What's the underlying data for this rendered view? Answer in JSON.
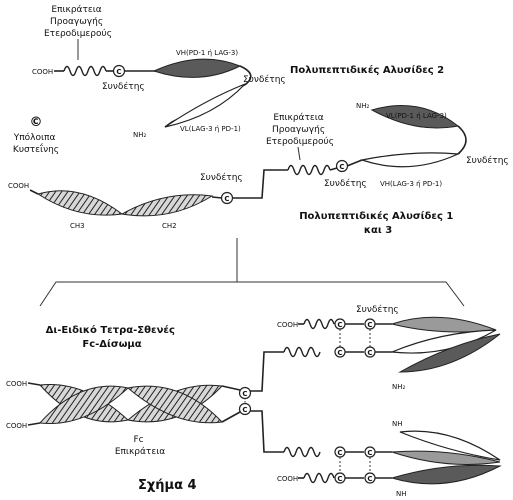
{
  "labels": {
    "hd_top": "Επικράτεια\nΠροαγωγής\nΕτεροδιμερούς",
    "hd_mid": "Επικράτεια\nΠροαγωγής\nΕτεροδιμερούς",
    "cooh": "COOH",
    "linker": "Συνδέτης",
    "nh2": "NH₂",
    "nh": "NH",
    "circle_symbol": "©",
    "vh_top": "VH(PD-1 ή LAG-3)",
    "vl_top": "VL(LAG-3 ή PD-1)",
    "vl_mid": "VL(PD-1 ή LAG-3)",
    "vh_mid": "VH(LAG-3 ή PD-1)",
    "chains2": "Πολυπεπτιδικές Αλυσίδες 2",
    "chains13": "Πολυπεπτιδικές Αλυσίδες 1\nκαι 3",
    "cysteine": "Υπόλοιπα\nΚυστεΐνης",
    "ch3": "CH3",
    "ch2": "CH2",
    "diabody": "Δι-Ειδικό Τετρα-Σθενές\nFc-Δίσωμα",
    "fc": "Fc\nΕπικράτεια",
    "figure": "Σχήμα 4"
  }
}
